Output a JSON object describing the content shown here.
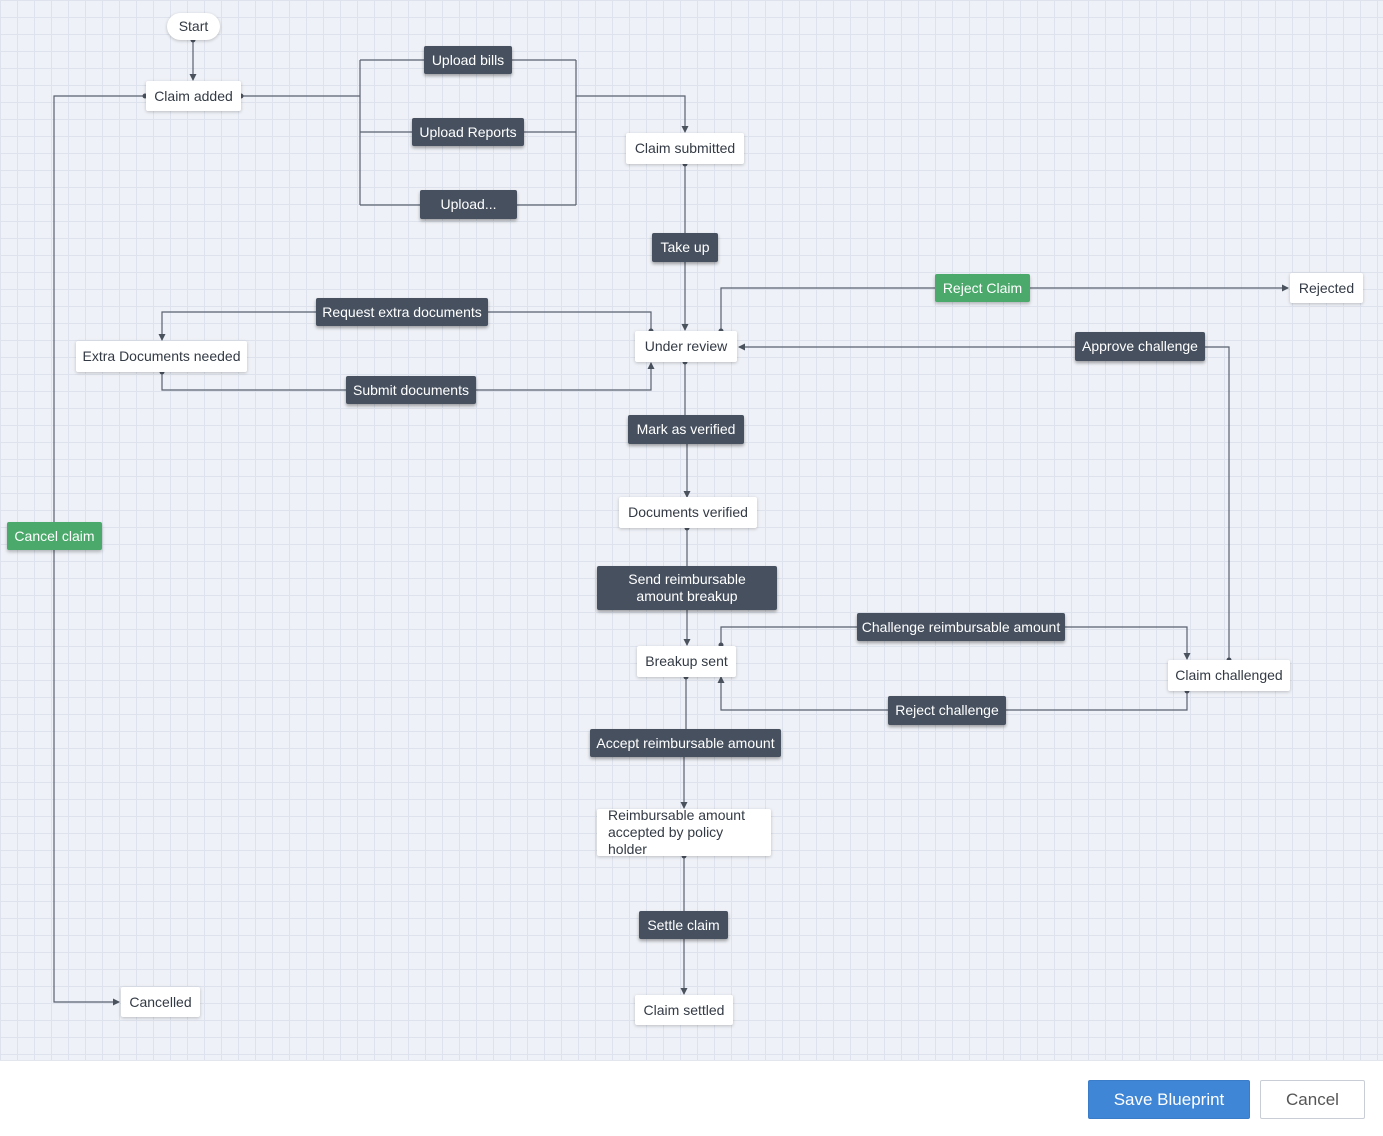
{
  "flow": {
    "start": "Start",
    "claim_added": "Claim added",
    "upload_bills": "Upload bills",
    "upload_reports": "Upload Reports",
    "upload_more": "Upload...",
    "claim_submitted": "Claim submitted",
    "take_up": "Take up",
    "reject_claim": "Reject Claim",
    "rejected": "Rejected",
    "request_extra_documents": "Request extra documents",
    "extra_documents_needed": "Extra Documents needed",
    "submit_documents": "Submit documents",
    "under_review": "Under review",
    "approve_challenge": "Approve challenge",
    "mark_as_verified": "Mark as verified",
    "documents_verified": "Documents verified",
    "send_reimbursable_breakup": "Send reimbursable amount breakup",
    "challenge_reimbursable_amount": "Challenge reimbursable amount",
    "breakup_sent": "Breakup sent",
    "claim_challenged": "Claim challenged",
    "reject_challenge": "Reject challenge",
    "accept_reimbursable_amount": "Accept reimbursable amount",
    "amount_accepted": "Reimbursable amount accepted by policy holder",
    "settle_claim": "Settle claim",
    "claim_settled": "Claim settled",
    "cancel_claim": "Cancel claim",
    "cancelled": "Cancelled"
  },
  "footer": {
    "save_label": "Save Blueprint",
    "cancel_label": "Cancel"
  },
  "colors": {
    "canvas": "#eef1f7",
    "action_node": "#46505f",
    "highlight_node": "#4ba96b",
    "primary_button": "#3f86d6",
    "connector": "#5a6270"
  }
}
